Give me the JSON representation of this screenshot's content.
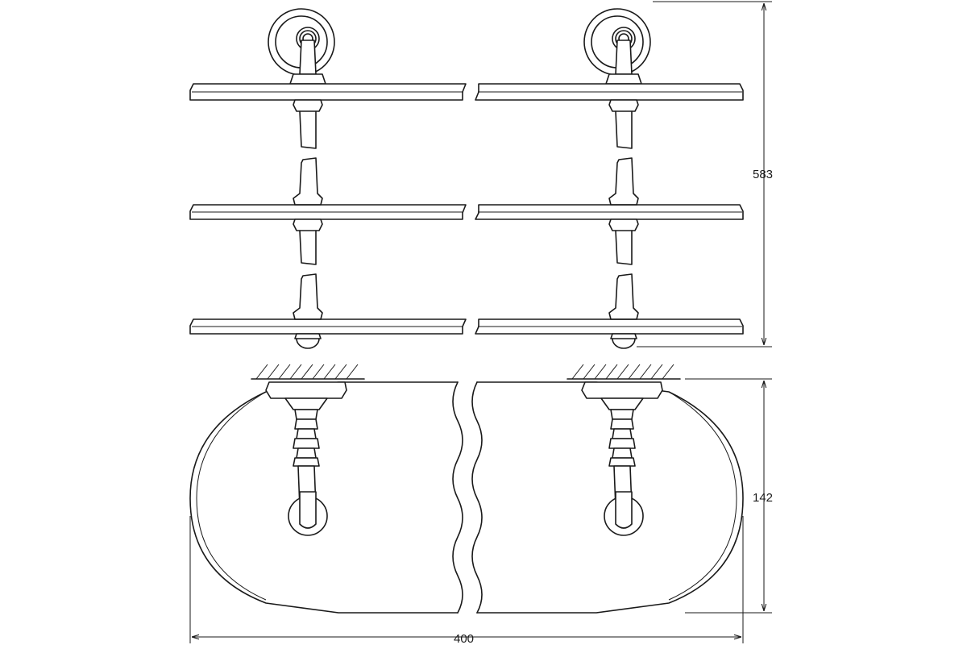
{
  "diagram": {
    "dimensions": {
      "total_height": "583",
      "depth": "142",
      "width": "400"
    },
    "shelf_count": 3,
    "bracket_count": 2
  }
}
